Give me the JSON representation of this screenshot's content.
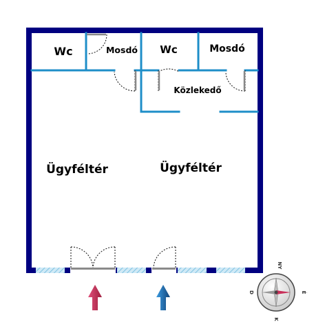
{
  "rooms": {
    "wc_left": "Wc",
    "mosdo_left": "Mosdó",
    "wc_right": "Wc",
    "mosdo_right": "Mosdó",
    "kozlekedo": "Közlekedő",
    "ugyfelter_left": "Ügyféltér",
    "ugyfelter_right": "Ügyféltér"
  },
  "compass": {
    "north": "NY",
    "east": "É",
    "south": "K",
    "west": "D"
  },
  "colors": {
    "outer_wall": "#000080",
    "inner_wall": "#1e8ec8",
    "window": "#a8d8ee",
    "entrance_arrow_left": "#c8305a",
    "entrance_arrow_right": "#1f6fb2",
    "compass_needle": "#c8305a"
  },
  "icons": {
    "entrance_left": "entrance-arrow-icon",
    "entrance_right": "entrance-arrow-icon",
    "compass": "compass-icon"
  }
}
